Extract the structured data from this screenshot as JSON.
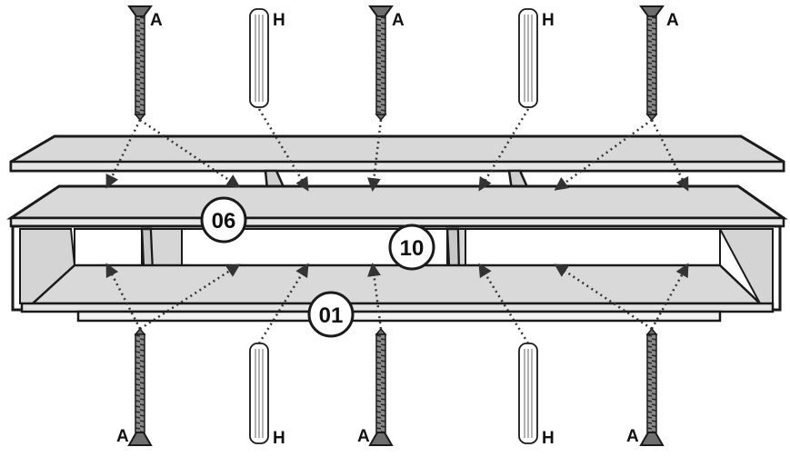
{
  "diagram": {
    "parts": [
      {
        "id": "top_shelf",
        "label": "06"
      },
      {
        "id": "middle_divider",
        "label": "10"
      },
      {
        "id": "bottom_panel",
        "label": "01"
      }
    ],
    "hardware": {
      "screw_label": "A",
      "dowel_label": "H"
    },
    "colors": {
      "panel_fill": "#d9d9d9",
      "outline": "#1a1a1a",
      "screw": "#7a7a7a",
      "dowel_fill": "#ffffff",
      "arrow": "#333333"
    }
  }
}
